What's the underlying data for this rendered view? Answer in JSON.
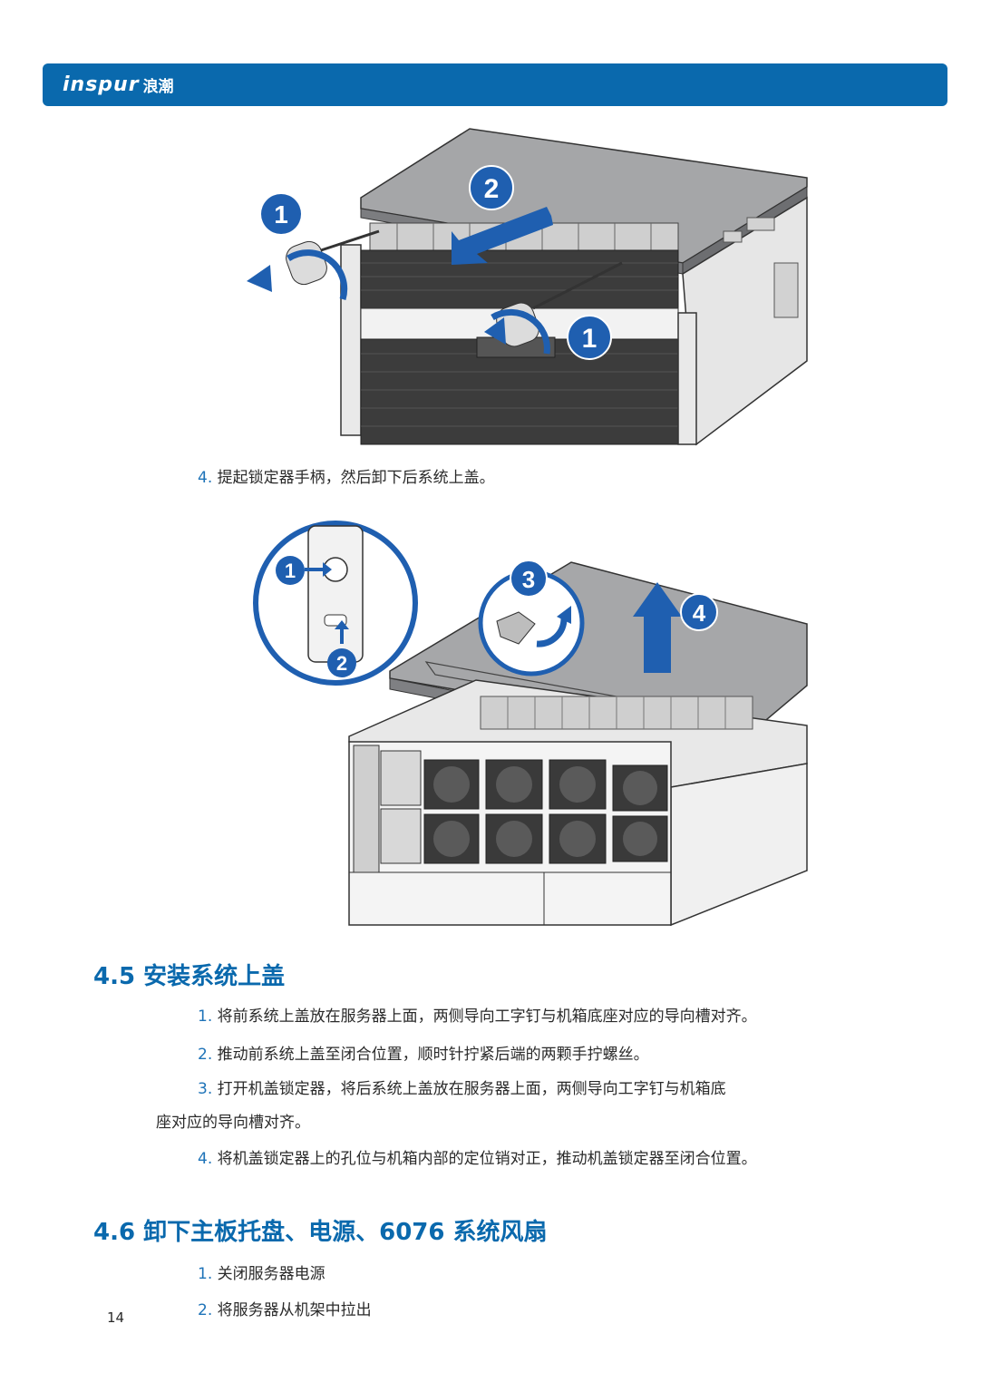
{
  "header": {
    "logo_mark": "inspur",
    "logo_cn": "浪潮",
    "bar_color": "#0a69ad"
  },
  "figure1": {
    "callouts": [
      "1",
      "2",
      "1"
    ]
  },
  "caption": {
    "num": "4.",
    "text": "提起锁定器手柄，然后卸下后系统上盖。"
  },
  "figure2": {
    "callouts": [
      "1",
      "2",
      "3",
      "4"
    ]
  },
  "section_45": {
    "title": "4.5 安装系统上盖",
    "steps": [
      {
        "num": "1.",
        "text": "将前系统上盖放在服务器上面，两侧导向工字钉与机箱底座对应的导向槽对齐。"
      },
      {
        "num": "2.",
        "text": "推动前系统上盖至闭合位置，顺时针拧紧后端的两颗手拧螺丝。"
      },
      {
        "num": "3.",
        "text": "打开机盖锁定器，将后系统上盖放在服务器上面，两侧导向工字钉与机箱底",
        "cont": "座对应的导向槽对齐。"
      },
      {
        "num": "4.",
        "text": "将机盖锁定器上的孔位与机箱内部的定位销对正，推动机盖锁定器至闭合位置。"
      }
    ]
  },
  "section_46": {
    "title": "4.6 卸下主板托盘、电源、6076 系统风扇",
    "steps": [
      {
        "num": "1.",
        "text": "关闭服务器电源"
      },
      {
        "num": "2.",
        "text": "将服务器从机架中拉出"
      }
    ]
  },
  "page_number": "14",
  "colors": {
    "accent": "#0a69ad",
    "callout": "#1f5fb0",
    "text": "#2a2a2a"
  }
}
